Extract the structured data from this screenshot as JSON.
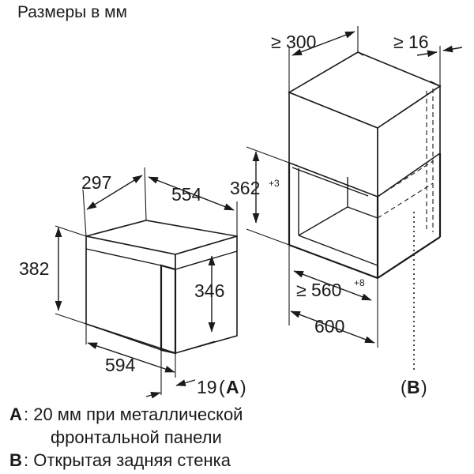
{
  "title": "Размеры в мм",
  "appliance": {
    "depth": "297",
    "width": "554",
    "height": "382",
    "door_height": "346",
    "front_width": "594",
    "panel_offset": "19",
    "panel_ref": "A"
  },
  "niche": {
    "depth": "≥ 300",
    "back_gap": "≥ 16",
    "height": "362",
    "height_tol": "+3",
    "width": "≥ 560",
    "width_tol": "+8",
    "cabinet_width": "600",
    "back_ref": "B"
  },
  "legend": {
    "a_key": "A",
    "a_text": ": 20 мм при металлической",
    "a_text2": "фронтальной панели",
    "b_key": "B",
    "b_text": ": Открытая задняя стенка"
  }
}
